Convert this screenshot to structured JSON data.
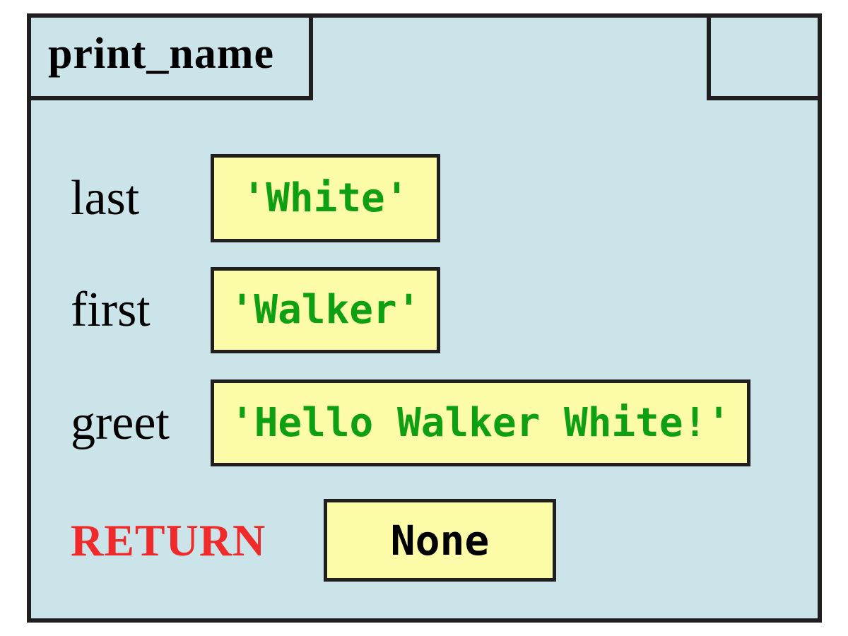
{
  "frame": {
    "title": "print_name",
    "variables": [
      {
        "name": "last",
        "value": "'White'"
      },
      {
        "name": "first",
        "value": "'Walker'"
      },
      {
        "name": "greet",
        "value": "'Hello Walker White!'"
      }
    ],
    "return_slot": {
      "label": "RETURN",
      "value": "None"
    }
  },
  "colors": {
    "frame_fill": "#cbe4e9",
    "value_box_fill": "#fcfba8",
    "border": "#211e1f",
    "string_value_text": "#0ea012",
    "return_label_text": "#ee2a2a",
    "label_text": "#000000",
    "none_value_text": "#000000"
  }
}
